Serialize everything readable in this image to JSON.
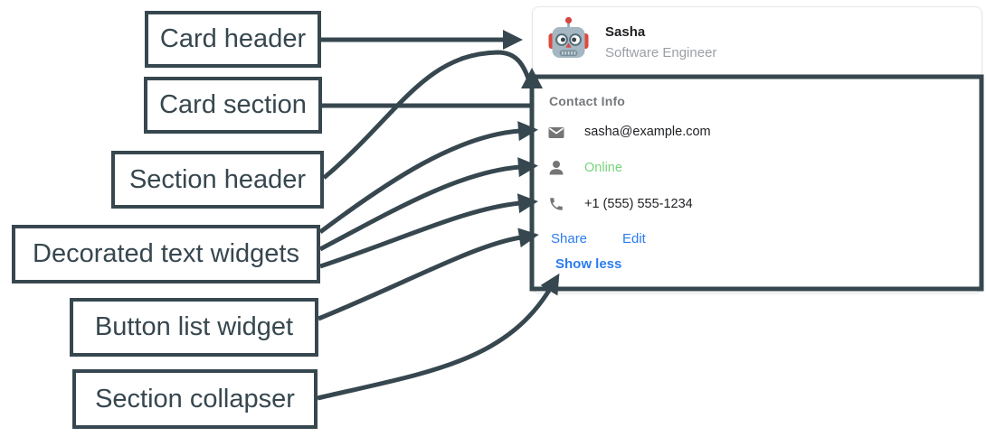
{
  "annotation": {
    "arrow_color": "#37474f",
    "labels": [
      {
        "id": "card-header",
        "text": "Card header"
      },
      {
        "id": "card-section",
        "text": "Card section"
      },
      {
        "id": "section-header",
        "text": "Section header"
      },
      {
        "id": "decorated-text-widgets",
        "text": "Decorated text widgets"
      },
      {
        "id": "button-list-widget",
        "text": "Button list widget"
      },
      {
        "id": "section-collapser",
        "text": "Section collapser"
      }
    ]
  },
  "card": {
    "header": {
      "avatar_icon": "robot-icon",
      "name": "Sasha",
      "subtitle": "Software Engineer"
    },
    "section": {
      "title": "Contact Info",
      "rows": [
        {
          "icon": "mail-icon",
          "text": "sasha@example.com",
          "text_color": "#202124"
        },
        {
          "icon": "person-icon",
          "text": "Online",
          "text_color": "#76d47a"
        },
        {
          "icon": "phone-icon",
          "text": "+1 (555) 555-1234",
          "text_color": "#202124"
        }
      ],
      "buttons": [
        {
          "label": "Share"
        },
        {
          "label": "Edit"
        }
      ],
      "collapser_label": "Show less",
      "link_color": "#2b7cf2",
      "icon_color": "#757575"
    }
  }
}
